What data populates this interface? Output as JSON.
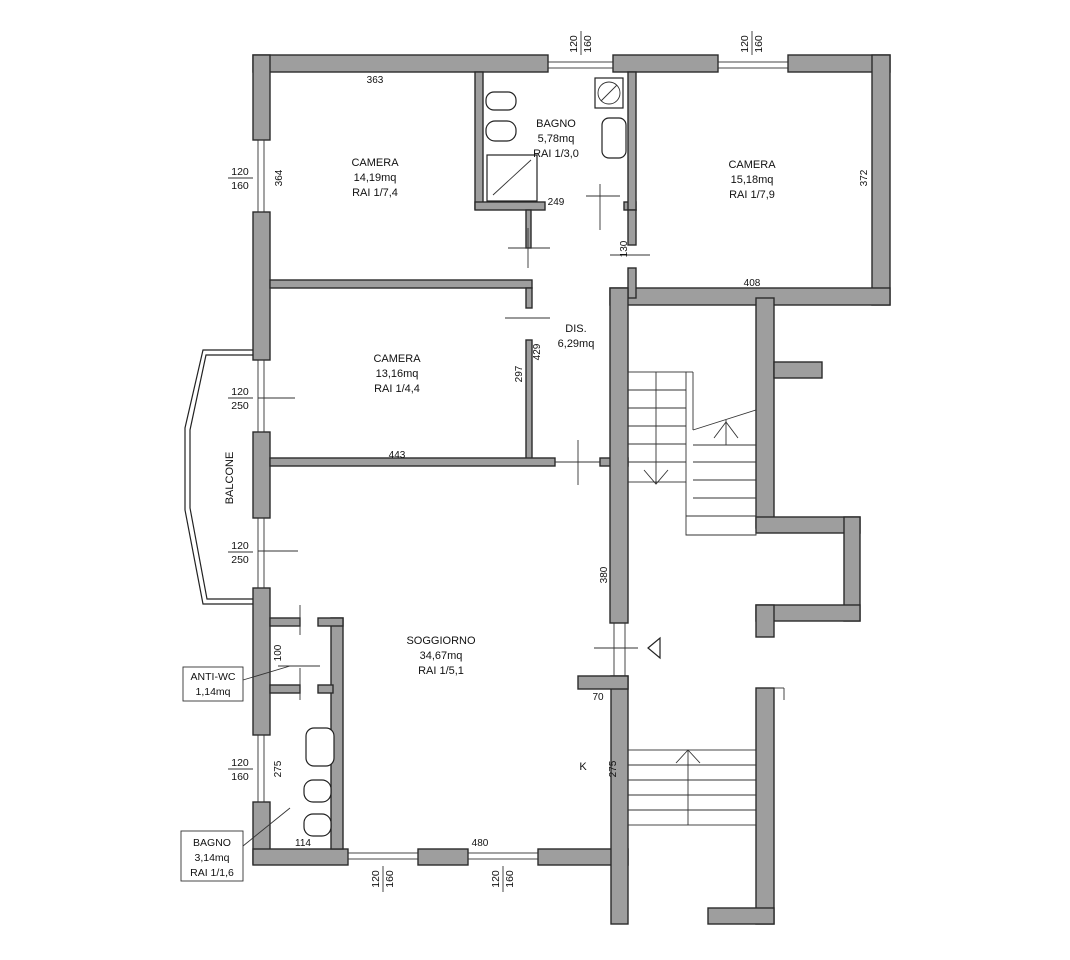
{
  "rooms": {
    "camera_1": {
      "name": "CAMERA",
      "area": "14,19mq",
      "rai": "RAI 1/7,4"
    },
    "bagno_top": {
      "name": "BAGNO",
      "area": "5,78mq",
      "rai": "RAI 1/3,0"
    },
    "camera_2": {
      "name": "CAMERA",
      "area": "15,18mq",
      "rai": "RAI 1/7,9"
    },
    "camera_3": {
      "name": "CAMERA",
      "area": "13,16mq",
      "rai": "RAI 1/4,4"
    },
    "dis": {
      "name": "DIS.",
      "area": "6,29mq"
    },
    "soggiorno": {
      "name": "SOGGIORNO",
      "area": "34,67mq",
      "rai": "RAI 1/5,1"
    },
    "kitchen_mark": "K",
    "balcone": "BALCONE"
  },
  "boxed_labels": {
    "anti_wc": {
      "name": "ANTI-WC",
      "area": "1,14mq"
    },
    "bagno_bottom": {
      "name": "BAGNO",
      "area": "3,14mq",
      "rai": "RAI 1/1,6"
    }
  },
  "dimensions": {
    "d363": "363",
    "d364": "364",
    "d249": "249",
    "d130": "130",
    "d372": "372",
    "d408": "408",
    "d429": "429",
    "d297": "297",
    "d443": "443",
    "d380": "380",
    "d100": "100",
    "d70": "70",
    "d275_left": "275",
    "d275_right": "275",
    "d114": "114",
    "d480": "480"
  },
  "windows": {
    "top_mid": {
      "w": "120",
      "h": "160"
    },
    "top_right": {
      "w": "120",
      "h": "160"
    },
    "left_camera": {
      "w": "120",
      "h": "160"
    },
    "left_balcony_1": {
      "w": "120",
      "h": "250"
    },
    "left_balcony_2": {
      "w": "120",
      "h": "250"
    },
    "left_bagno": {
      "w": "120",
      "h": "160"
    },
    "bottom_1": {
      "w": "120",
      "h": "160"
    },
    "bottom_2": {
      "w": "120",
      "h": "160"
    }
  }
}
